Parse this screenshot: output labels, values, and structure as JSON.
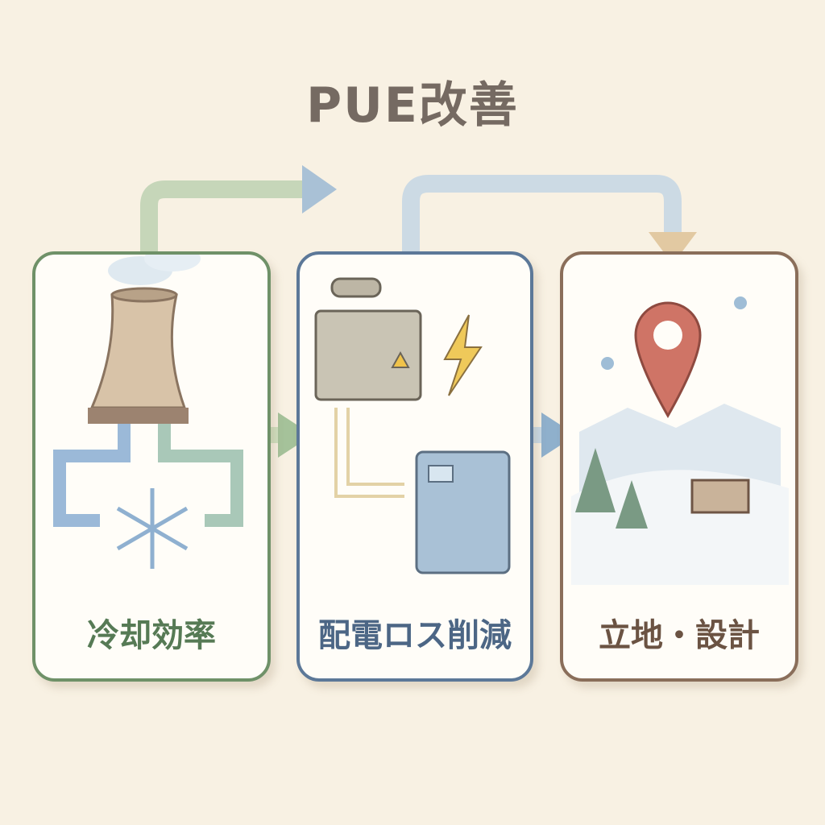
{
  "title": "PUE改善",
  "panels": [
    {
      "label": "冷却効率",
      "icon": "cooling-tower-icon",
      "color": "#6f9168"
    },
    {
      "label": "配電ロス削減",
      "icon": "transformer-ups-icon",
      "color": "#5c7898"
    },
    {
      "label": "立地・設計",
      "icon": "location-pin-snow-icon",
      "color": "#8a6e5a"
    }
  ]
}
